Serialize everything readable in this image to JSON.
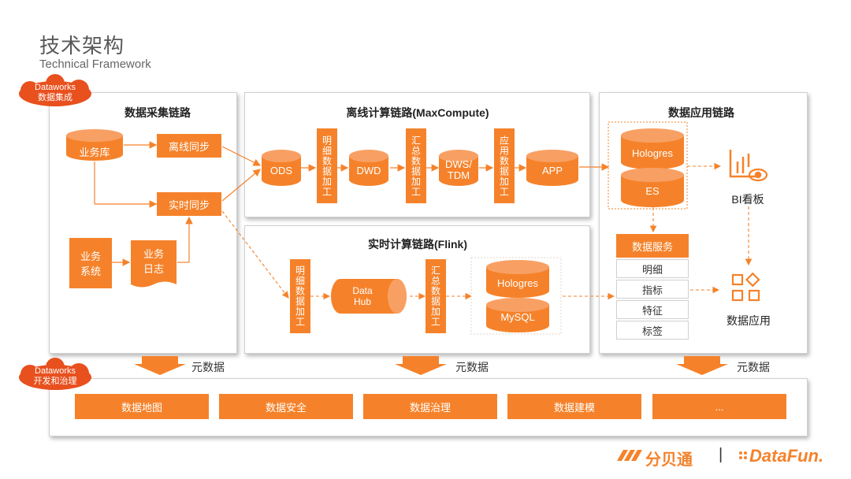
{
  "header": {
    "title": "技术架构",
    "subtitle": "Technical Framework"
  },
  "clouds": {
    "top": {
      "line1": "Dataworks",
      "line2": "数据集成"
    },
    "bottom": {
      "line1": "Dataworks",
      "line2": "开发和治理"
    }
  },
  "collection": {
    "title": "数据采集链路",
    "business_db": "业务库",
    "offline_sync": "离线同步",
    "realtime_sync": "实时同步",
    "business_system": "业务\n系统",
    "business_log": "业务\n日志"
  },
  "offline": {
    "title": "离线计算链路(MaxCompute)",
    "ods": "ODS",
    "detail_proc": "明细数据加工",
    "dwd": "DWD",
    "summary_proc": "汇总数据加工",
    "dws": "DWS/\nTDM",
    "app_proc": "应用数据加工",
    "app": "APP"
  },
  "realtime": {
    "title": "实时计算链路(Flink)",
    "detail_proc": "明细数据加工",
    "datahub": "Data\nHub",
    "summary_proc": "汇总数据加工",
    "hologres": "Hologres",
    "mysql": "MySQL"
  },
  "application": {
    "title": "数据应用链路",
    "hologres": "Hologres",
    "es": "ES",
    "bi": "BI看板",
    "data_service": "数据服务",
    "service_items": [
      "明细",
      "指标",
      "特征",
      "标签"
    ],
    "data_app": "数据应用"
  },
  "metadata_label": "元数据",
  "governance": {
    "items": [
      "数据地图",
      "数据安全",
      "数据治理",
      "数据建模",
      "..."
    ]
  },
  "footer": {
    "brand1": "分贝通",
    "separator": "|",
    "brand2": "DataFun."
  },
  "colors": {
    "accent": "#f5822a",
    "cloud": "#e8501e",
    "panel_border": "#d0d0d0"
  }
}
